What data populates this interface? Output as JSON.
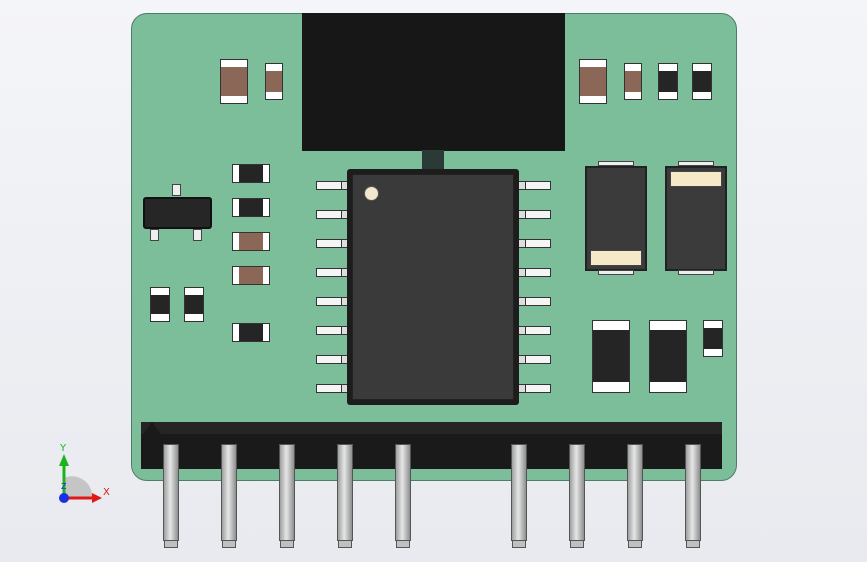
{
  "scene": {
    "subject": "pcb-module-render",
    "colors": {
      "background": "#eceef2",
      "pcb": "#7cbd9a",
      "component_dark": "#1d1d1d",
      "component_brown": "#8a6756",
      "pin_silver": "#d0d0d0"
    }
  },
  "triad": {
    "x_label": "X",
    "y_label": "Y",
    "z_label": "Z"
  }
}
